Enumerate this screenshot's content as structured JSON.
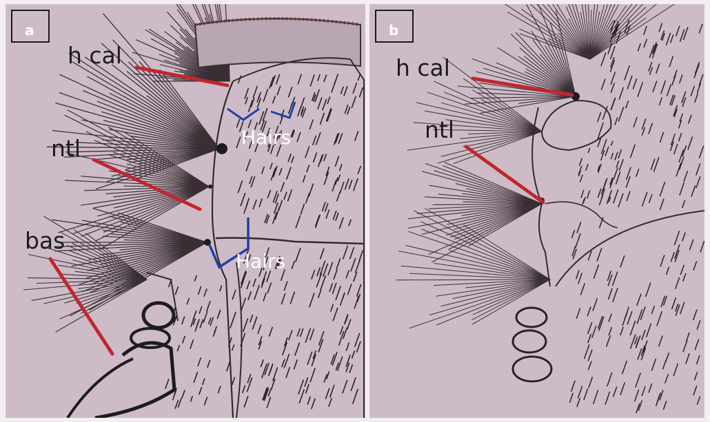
{
  "panels": {
    "a": {
      "badge": "a",
      "labels": {
        "h_cal": "h cal",
        "ntl": "ntl",
        "bas": "bas"
      },
      "hairs": [
        "Hairs",
        "Hairs"
      ]
    },
    "b": {
      "badge": "b",
      "labels": {
        "h_cal": "h cal",
        "ntl": "ntl"
      }
    }
  },
  "colors": {
    "background": "#cdbcc7",
    "pointer": "#c0272d",
    "bracket": "#1f3fa8",
    "ink": "#3a2f35"
  }
}
